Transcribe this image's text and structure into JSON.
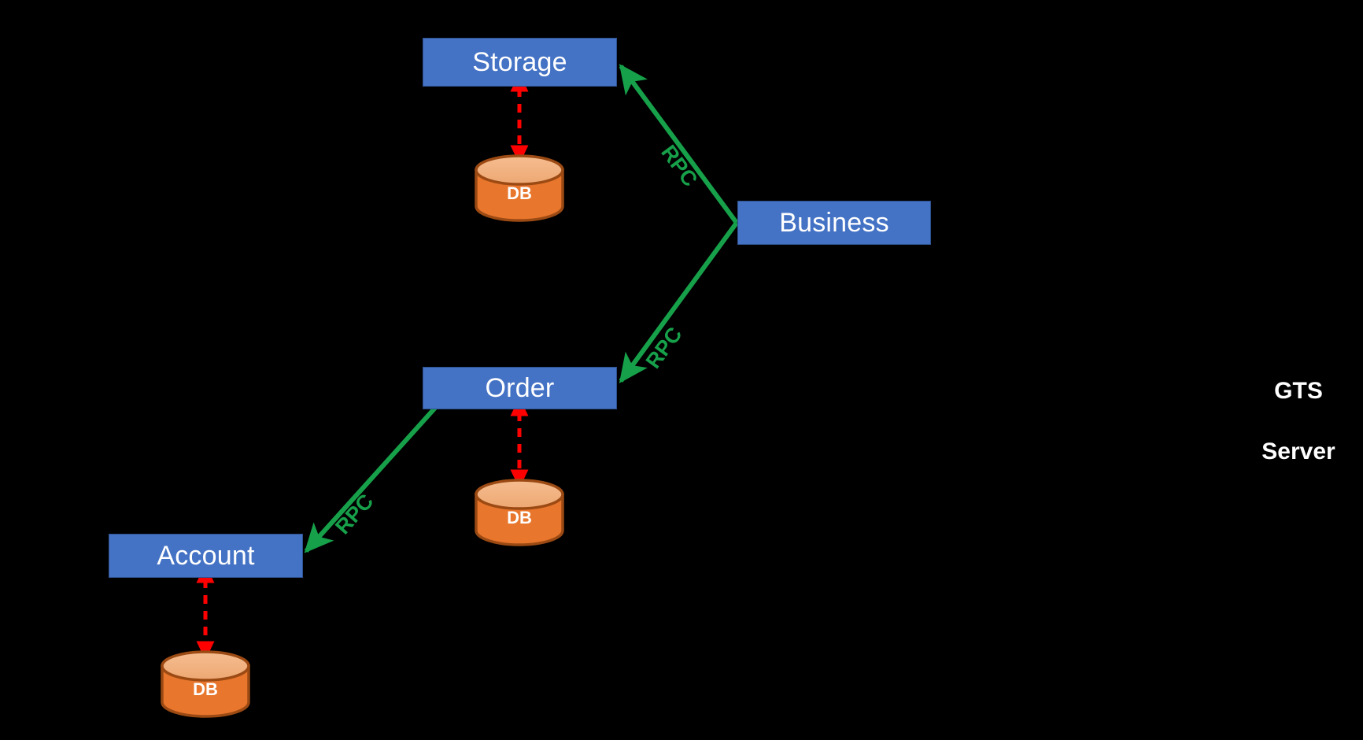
{
  "diagram": {
    "title_text": "GTS Server",
    "background_color": "#000000",
    "service_color": "#4472C4",
    "service_border_color": "#2F528F",
    "db_color": "#E8762C",
    "db_top_color": "#F2AE79",
    "db_border_color": "#9C4A14",
    "rpc_color": "#17A04A",
    "local_link_color": "#FF0000",
    "label_text_color": "#FFFFFF"
  },
  "services": [
    {
      "id": "storage",
      "label": "Storage"
    },
    {
      "id": "order",
      "label": "Order"
    },
    {
      "id": "account",
      "label": "Account"
    },
    {
      "id": "business",
      "label": "Business"
    }
  ],
  "databases": [
    {
      "id": "storage-db",
      "label": "DB",
      "owner": "Storage"
    },
    {
      "id": "order-db",
      "label": "DB",
      "owner": "Order"
    },
    {
      "id": "account-db",
      "label": "DB",
      "owner": "Account"
    }
  ],
  "rpc_links": [
    {
      "id": "business-to-storage",
      "label": "RPC",
      "from": "Business",
      "to": "Storage"
    },
    {
      "id": "business-to-order",
      "label": "RPC",
      "from": "Business",
      "to": "Order"
    },
    {
      "id": "order-to-account",
      "label": "RPC",
      "from": "Order",
      "to": "Account"
    }
  ],
  "db_links": [
    {
      "id": "storage-db-link",
      "from": "Storage",
      "to": "storage-db",
      "style": "dashed",
      "direction": "both"
    },
    {
      "id": "order-db-link",
      "from": "Order",
      "to": "order-db",
      "style": "dashed",
      "direction": "both"
    },
    {
      "id": "account-db-link",
      "from": "Account",
      "to": "account-db",
      "style": "dashed",
      "direction": "both"
    }
  ],
  "side_panel": {
    "title_line_1": "GTS",
    "title_line_2": "Server"
  }
}
